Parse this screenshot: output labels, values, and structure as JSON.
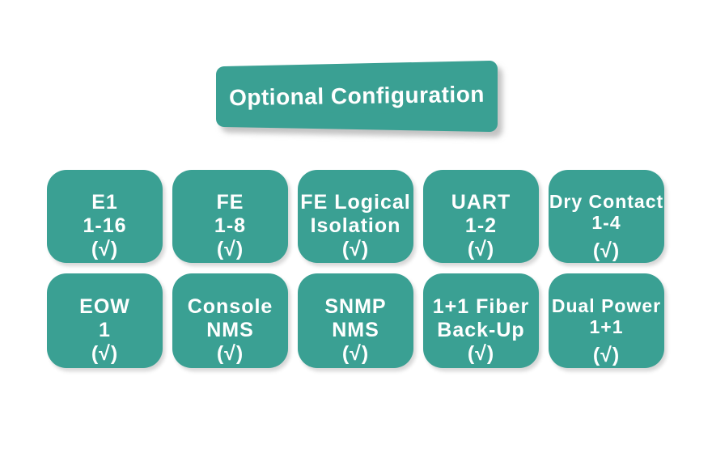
{
  "header": {
    "title": "Optional Configuration"
  },
  "cards": [
    {
      "id": "e1",
      "lines": [
        "E1",
        "1-16",
        "(√)"
      ]
    },
    {
      "id": "fe",
      "lines": [
        "FE",
        "1-8",
        "(√)"
      ]
    },
    {
      "id": "fe-logical",
      "lines": [
        "FE Logical",
        "Isolation",
        "(√)"
      ]
    },
    {
      "id": "uart",
      "lines": [
        "UART",
        "1-2",
        "(√)"
      ]
    },
    {
      "id": "dry-contact",
      "lines": [
        "Dry Contact",
        "1-4",
        "(√)"
      ]
    },
    {
      "id": "eow",
      "lines": [
        "EOW",
        "1",
        "(√)"
      ]
    },
    {
      "id": "console-nms",
      "lines": [
        "Console",
        "NMS",
        "(√)"
      ]
    },
    {
      "id": "snmp-nms",
      "lines": [
        "SNMP",
        "NMS",
        "(√)"
      ]
    },
    {
      "id": "fiber-backup",
      "lines": [
        "1+1 Fiber",
        "Back-Up",
        "(√)"
      ]
    },
    {
      "id": "dual-power",
      "lines": [
        "Dual Power",
        "1+1",
        "(√)"
      ]
    }
  ],
  "colors": {
    "accent_teal": "#3AA093",
    "text": "#FFFFFF",
    "shadow_gray": "#C2C2C2",
    "background": "#FFFFFF"
  },
  "check_symbol": "(√)"
}
